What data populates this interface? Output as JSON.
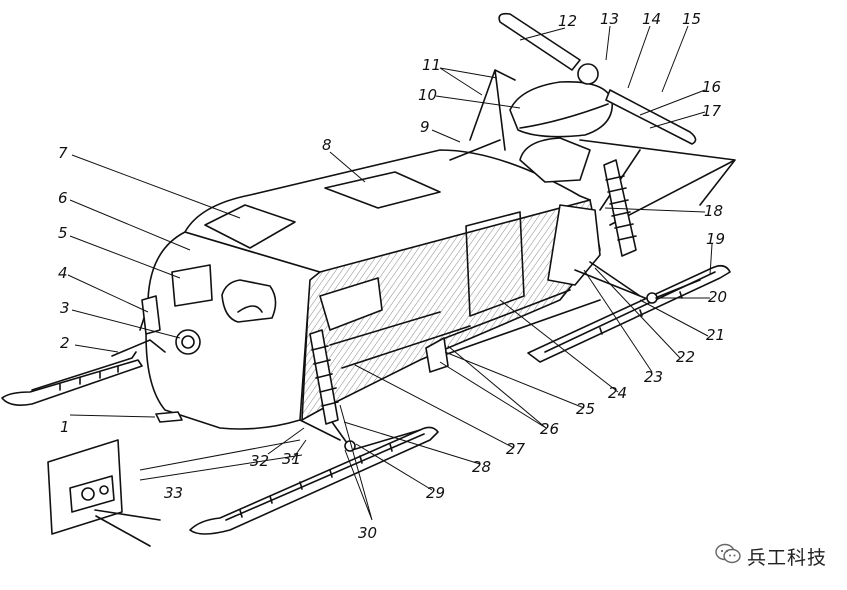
{
  "labels": [
    "1",
    "2",
    "3",
    "4",
    "5",
    "6",
    "7",
    "8",
    "9",
    "10",
    "11",
    "12",
    "13",
    "14",
    "15",
    "16",
    "17",
    "18",
    "19",
    "20",
    "21",
    "22",
    "23",
    "24",
    "25",
    "26",
    "27",
    "28",
    "29",
    "30",
    "31",
    "32",
    "33"
  ],
  "watermark": {
    "text": "兵工科技",
    "icon": "wechat-icon"
  }
}
